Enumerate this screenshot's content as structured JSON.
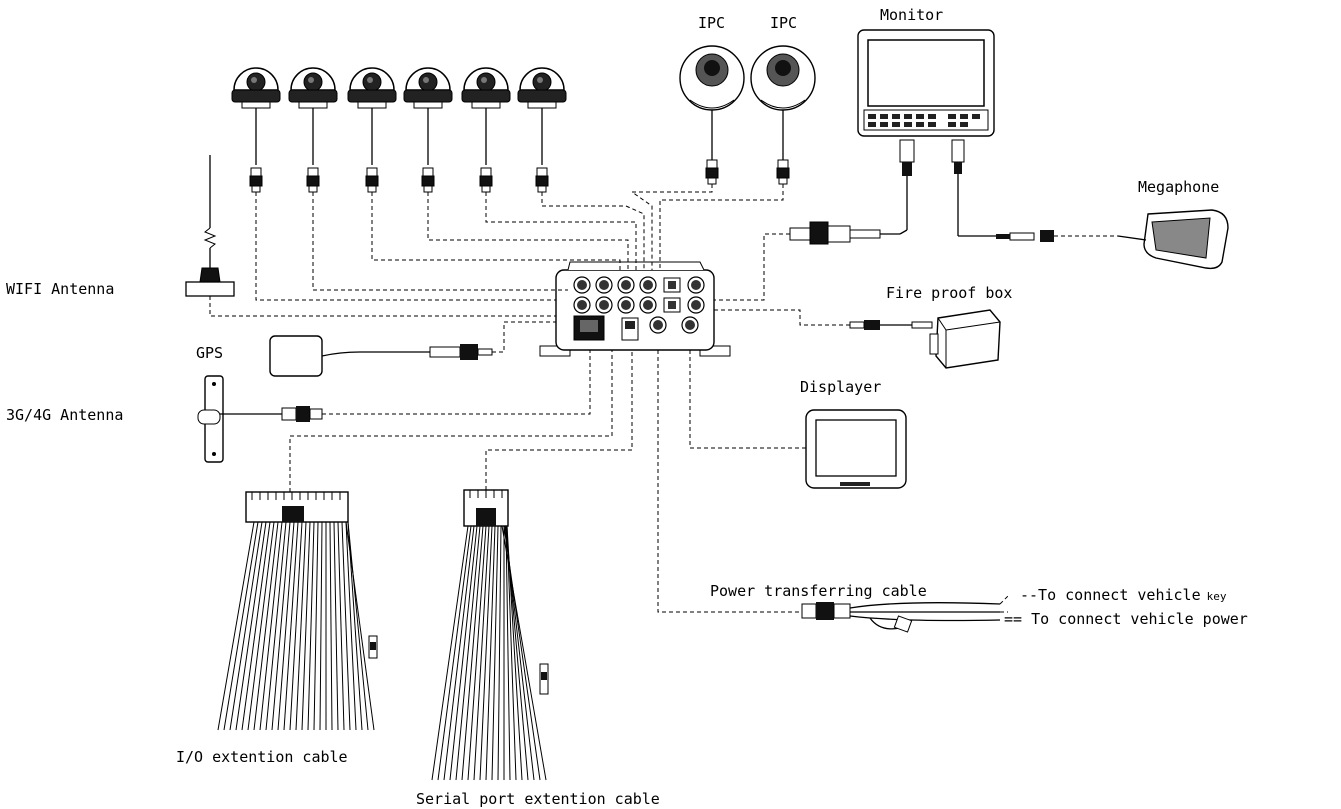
{
  "labels": {
    "ipc_1": "IPC",
    "ipc_2": "IPC",
    "monitor": "Monitor",
    "megaphone": "Megaphone",
    "wifi_antenna": "WIFI Antenna",
    "fire_proof_box": "Fire proof box",
    "gps": "GPS",
    "antenna_3g4g": "3G/4G Antenna",
    "displayer": "Displayer",
    "power_cable": "Power transferring cable",
    "vehicle_key_prefix": "--To connect vehicle",
    "vehicle_key_suffix": "key",
    "vehicle_power": "== To connect vehicle power",
    "io_cable": "I/O extention cable",
    "serial_cable": "Serial port extention cable"
  },
  "dome_cameras": [
    {
      "id": "cam-1"
    },
    {
      "id": "cam-2"
    },
    {
      "id": "cam-3"
    },
    {
      "id": "cam-4"
    },
    {
      "id": "cam-5"
    },
    {
      "id": "cam-6"
    }
  ]
}
